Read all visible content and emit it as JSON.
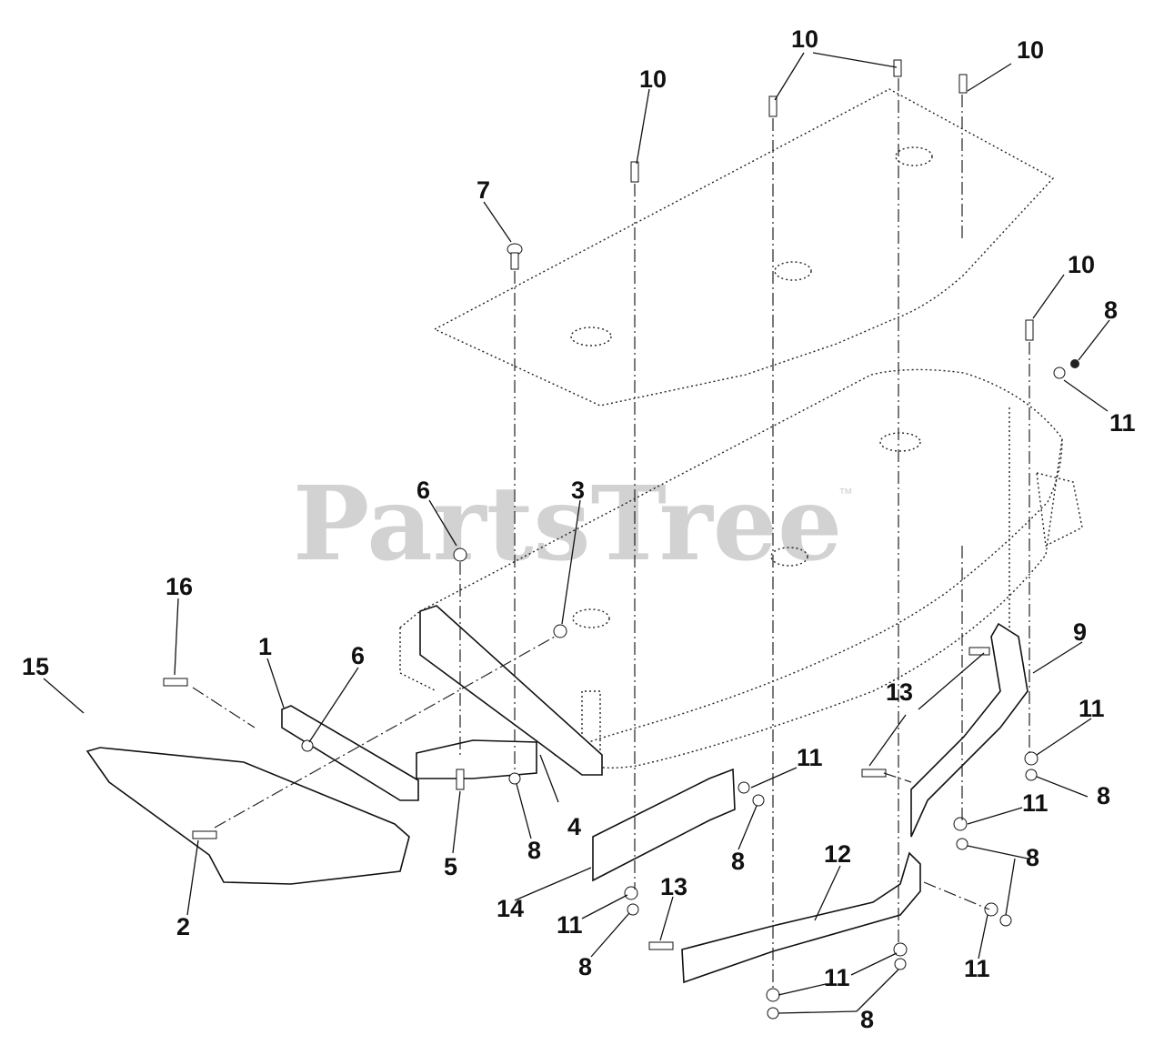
{
  "watermark": {
    "text": "PartsTree",
    "trademark": "™"
  },
  "colors": {
    "ink": "#111111",
    "watermark": "#d2d2d2",
    "background": "#ffffff"
  },
  "callouts": [
    {
      "id": "c10a",
      "label": "10"
    },
    {
      "id": "c10b",
      "label": "10"
    },
    {
      "id": "c10c",
      "label": "10"
    },
    {
      "id": "c10d",
      "label": "10"
    },
    {
      "id": "c7",
      "label": "7"
    },
    {
      "id": "c8a",
      "label": "8"
    },
    {
      "id": "c11a",
      "label": "11"
    },
    {
      "id": "c6a",
      "label": "6"
    },
    {
      "id": "c3",
      "label": "3"
    },
    {
      "id": "c16",
      "label": "16"
    },
    {
      "id": "c1",
      "label": "1"
    },
    {
      "id": "c6b",
      "label": "6"
    },
    {
      "id": "c15",
      "label": "15"
    },
    {
      "id": "c9",
      "label": "9"
    },
    {
      "id": "c13a",
      "label": "13"
    },
    {
      "id": "c11b",
      "label": "11"
    },
    {
      "id": "c11c",
      "label": "11"
    },
    {
      "id": "c8b",
      "label": "8"
    },
    {
      "id": "c11d",
      "label": "11"
    },
    {
      "id": "c8c",
      "label": "8"
    },
    {
      "id": "c4",
      "label": "4"
    },
    {
      "id": "c5",
      "label": "5"
    },
    {
      "id": "c8d",
      "label": "8"
    },
    {
      "id": "c8e",
      "label": "8"
    },
    {
      "id": "c12",
      "label": "12"
    },
    {
      "id": "c14",
      "label": "14"
    },
    {
      "id": "c2",
      "label": "2"
    },
    {
      "id": "c13b",
      "label": "13"
    },
    {
      "id": "c11e",
      "label": "11"
    },
    {
      "id": "c8f",
      "label": "8"
    },
    {
      "id": "c11f",
      "label": "11"
    },
    {
      "id": "c11g",
      "label": "11"
    },
    {
      "id": "c8g",
      "label": "8"
    }
  ]
}
